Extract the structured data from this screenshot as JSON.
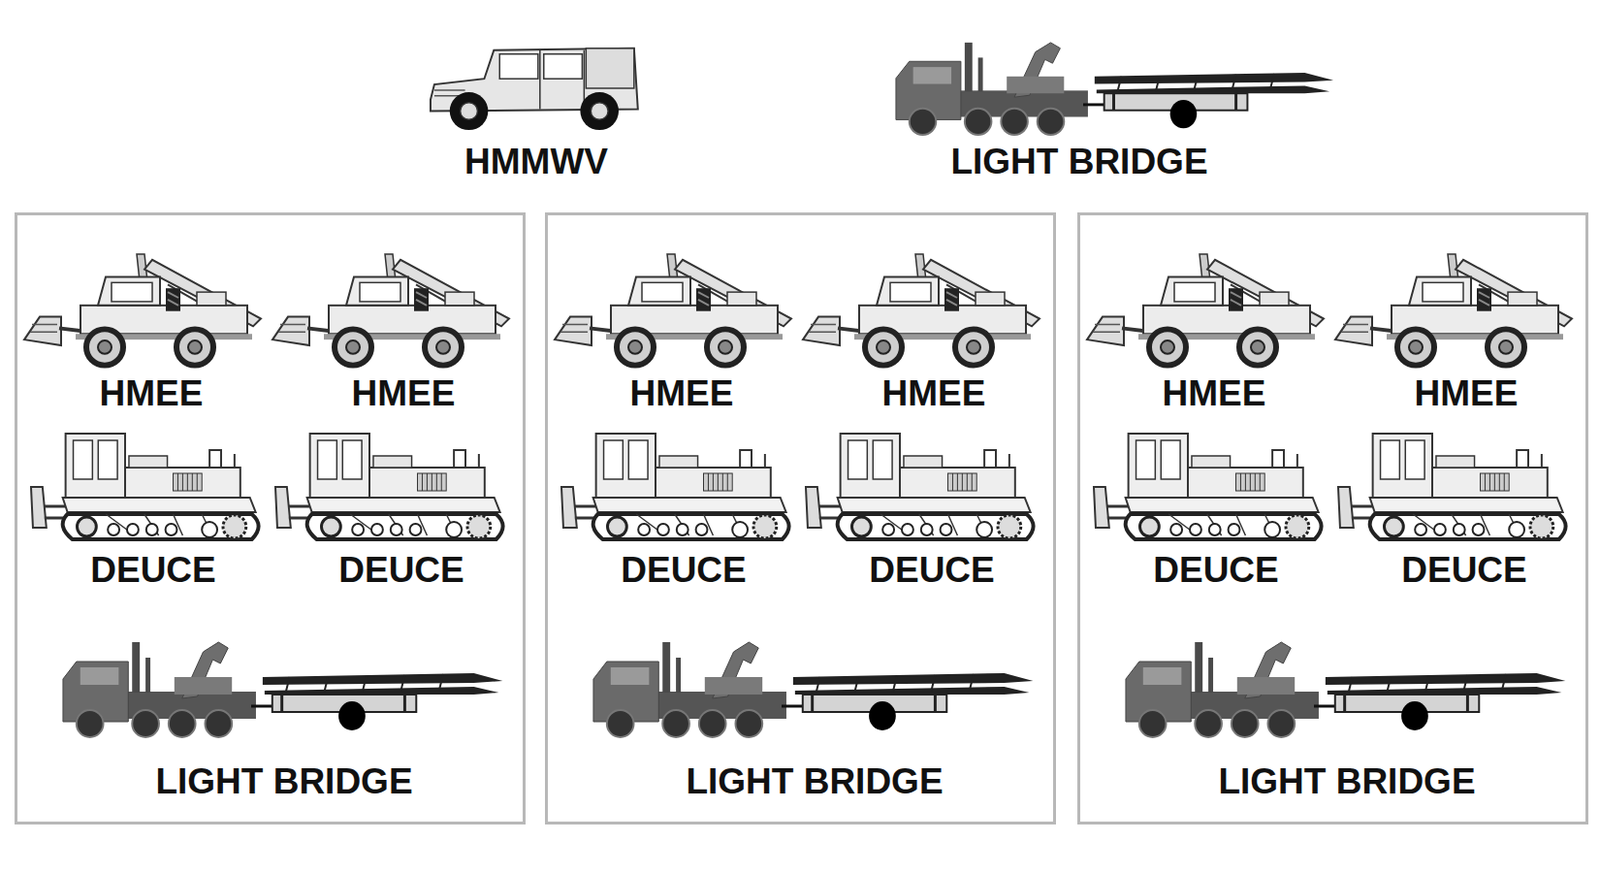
{
  "diagram": {
    "nodes": [
      {
        "text": [
          "HMEE",
          "HMEE",
          "DEUCE",
          "DEUCE",
          "LIGHT BRIDGE"
        ]
      },
      {
        "text": [
          "HMEE",
          "HMEE",
          "DEUCE",
          "DEUCE",
          "LIGHT BRIDGE"
        ]
      },
      {
        "text": [
          "HMEE",
          "HMEE",
          "DEUCE",
          "DEUCE",
          "LIGHT BRIDGE"
        ]
      }
    ],
    "labels": [
      "HMMWV",
      "LIGHT BRIDGE"
    ]
  }
}
